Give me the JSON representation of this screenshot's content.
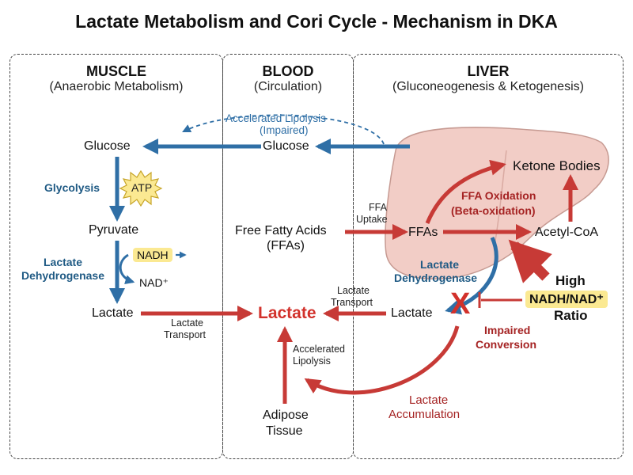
{
  "title": "Lactate Metabolism and Cori Cycle - Mechanism in DKA",
  "columns": {
    "muscle": {
      "heading": "MUSCLE",
      "subheading": "(Anaerobic Metabolism)"
    },
    "blood": {
      "heading": "BLOOD",
      "subheading": "(Circulation)"
    },
    "liver": {
      "heading": "LIVER",
      "subheading": "(Gluconeogenesis & Ketogenesis)"
    }
  },
  "muscle": {
    "glucose": "Glucose",
    "glycolysis": "Glycolysis",
    "atp": "ATP",
    "pyruvate": "Pyruvate",
    "ldh_line1": "Lactate",
    "ldh_line2": "Dehydrogenase",
    "nadh": "NADH",
    "nad": "NAD⁺",
    "lactate": "Lactate"
  },
  "blood": {
    "accel_lipolysis_top_line1": "Accelerated Lipolysis",
    "accel_lipolysis_top_line2": "(Impaired)",
    "glucose": "Glucose",
    "ffa_line1": "Free Fatty Acids",
    "ffa_line2": "(FFAs)",
    "lactate": "Lactate",
    "lactate_transport_left_line1": "Lactate",
    "lactate_transport_left_line2": "Transport",
    "lactate_transport_right_line1": "Lactate",
    "lactate_transport_right_line2": "Transport",
    "accel_lipolysis_line1": "Accelerated",
    "accel_lipolysis_line2": "Lipolysis",
    "adipose_line1": "Adipose",
    "adipose_line2": "Tissue"
  },
  "liver": {
    "ffa_uptake_line1": "FFA",
    "ffa_uptake_line2": "Uptake",
    "ffas": "FFAs",
    "ffa_ox_line1": "FFA Oxidation",
    "ffa_ox_line2": "(Beta-oxidation)",
    "ketone_bodies": "Ketone Bodies",
    "acetyl_coa": "Acetyl-CoA",
    "ldh_line1": "Lactate",
    "ldh_line2": "Dehydrogenase",
    "lactate": "Lactate",
    "high": "High",
    "ratio_label": "NADH/NAD⁺",
    "ratio": "Ratio",
    "impaired_line1": "Impaired",
    "impaired_line2": "Conversion",
    "accum_line1": "Lactate",
    "accum_line2": "Accumulation",
    "block_mark": "X"
  },
  "colors": {
    "blue_arrow": "#2f6fa6",
    "red_arrow": "#c73a36",
    "liver_fill": "#f2cdc6",
    "highlight": "#fbe992"
  }
}
